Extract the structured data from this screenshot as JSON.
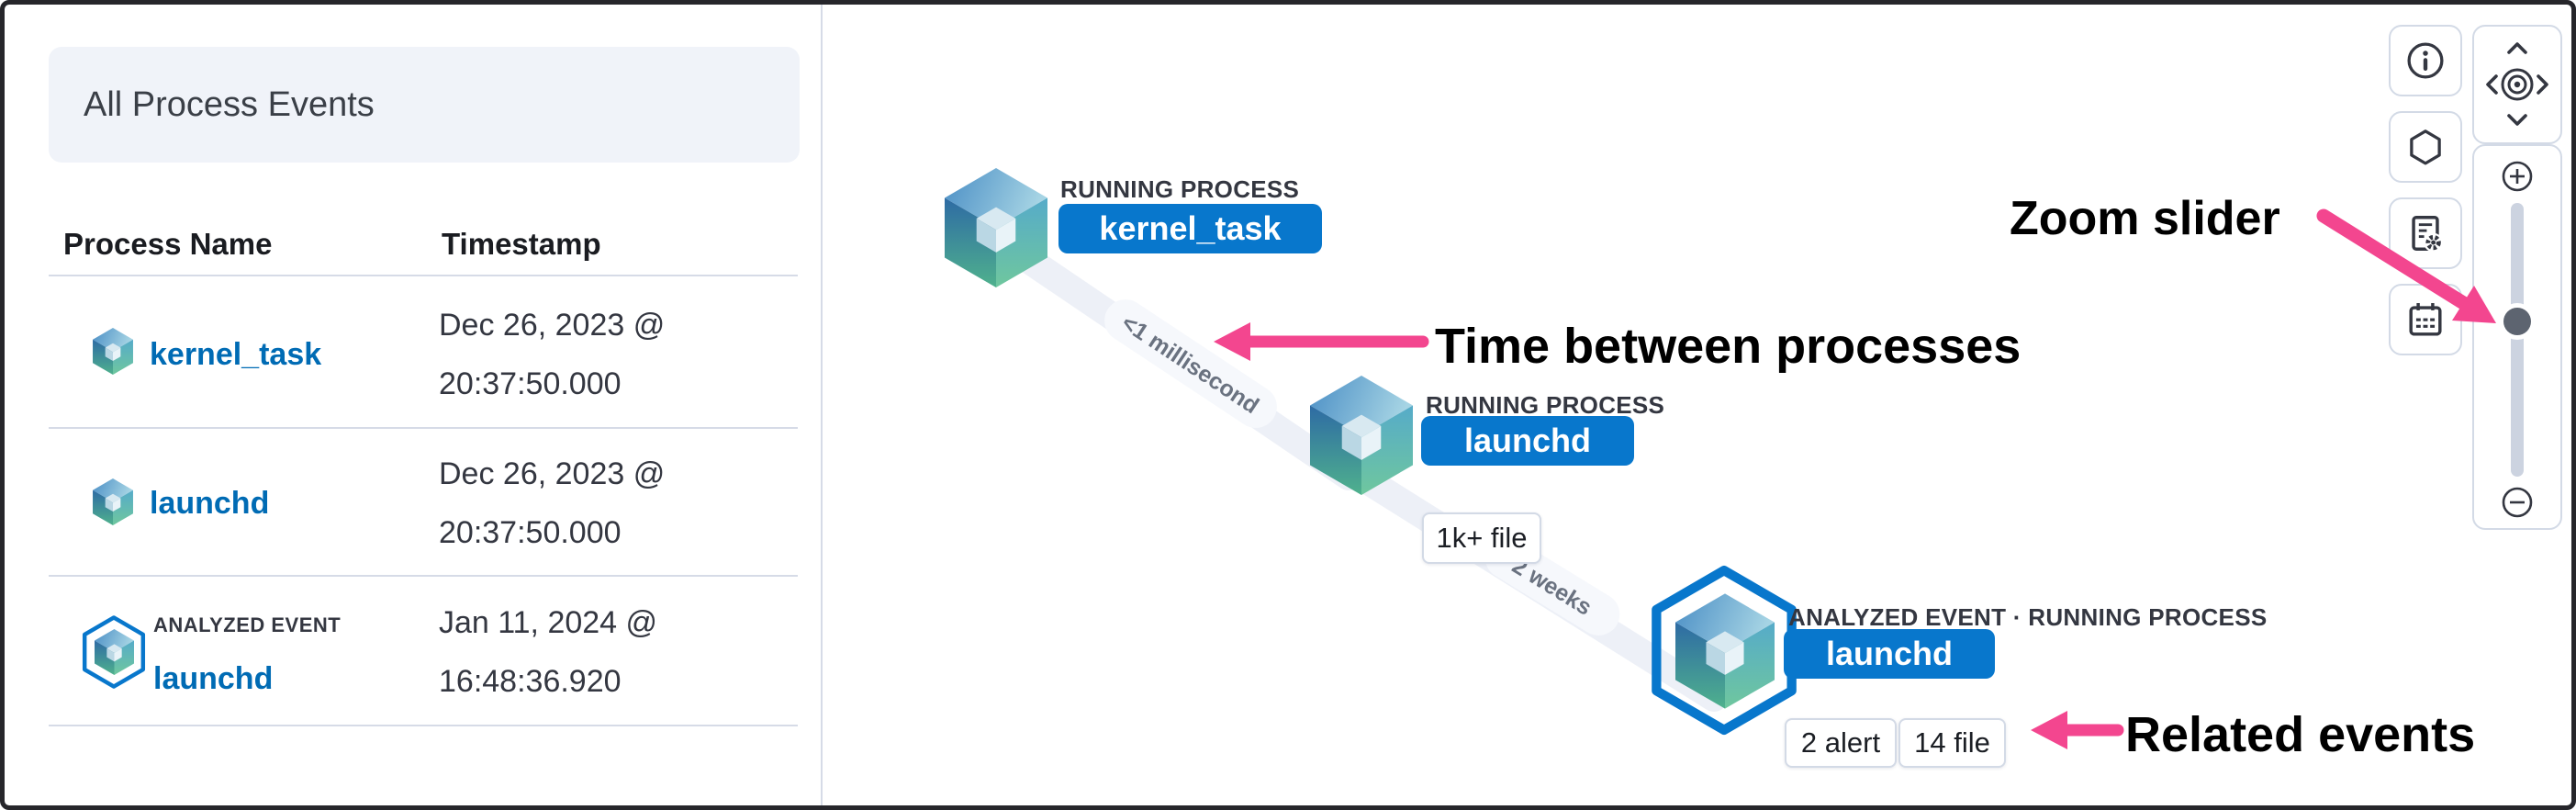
{
  "panel": {
    "title": "All Process Events",
    "columns": [
      "Process Name",
      "Timestamp"
    ],
    "rows": [
      {
        "name": "kernel_task",
        "badge": "",
        "ts1": "Dec 26, 2023 @",
        "ts2": "20:37:50.000"
      },
      {
        "name": "launchd",
        "badge": "",
        "ts1": "Dec 26, 2023 @",
        "ts2": "20:37:50.000"
      },
      {
        "name": "launchd",
        "badge": "ANALYZED EVENT",
        "ts1": "Jan 11, 2024 @",
        "ts2": "16:48:36.920"
      }
    ]
  },
  "graph": {
    "nodes": [
      {
        "label": "RUNNING PROCESS",
        "name": "kernel_task",
        "pills": []
      },
      {
        "label": "RUNNING PROCESS",
        "name": "launchd",
        "pills": [
          "1k+ file"
        ]
      },
      {
        "label": "ANALYZED EVENT · RUNNING PROCESS",
        "name": "launchd",
        "pills": [
          "2 alert",
          "14 file"
        ]
      }
    ],
    "edges": [
      "<1 millisecond",
      "2 weeks"
    ]
  },
  "annotations": {
    "time": "Time between processes",
    "zoom": "Zoom slider",
    "related": "Related events"
  },
  "colors": {
    "accent_pink": "#f3468f",
    "primary_blue": "#0877cc",
    "link_blue": "#006bb4",
    "border_gray": "#d3dae6",
    "edge_band": "#edf0f7",
    "text_dark": "#343741"
  }
}
